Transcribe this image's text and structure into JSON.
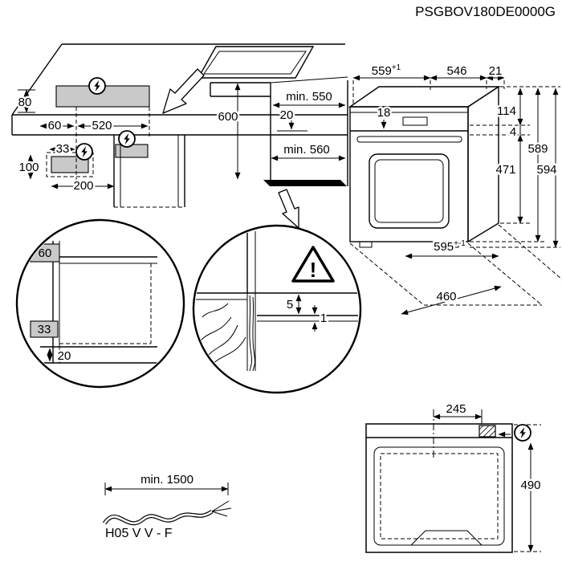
{
  "doc_id": "PSGBOV180DE0000G",
  "icons": {
    "warning": "!"
  },
  "main_view": {
    "d80": "80",
    "d60": "60",
    "d520": "520",
    "d33": "33",
    "d100": "100",
    "d200": "200"
  },
  "niche": {
    "min550": "min. 550",
    "d600": "600",
    "d20": "20",
    "min560": "min. 560"
  },
  "oven": {
    "d559": "559",
    "d559_tol": "+1",
    "d546": "546",
    "d21": "21",
    "d18": "18",
    "d114": "114",
    "d4": "4",
    "d471": "471",
    "d589": "589",
    "d594": "594",
    "d595": "595",
    "d595_tol": "+-1",
    "d460": "460"
  },
  "cabinet_detail": {
    "d60": "60",
    "d33": "33",
    "d20": "20"
  },
  "gap_detail": {
    "d5": "5",
    "d1": "1"
  },
  "cable": {
    "min1500": "min. 1500",
    "type": "H05 V V - F"
  },
  "rear_view": {
    "d245": "245",
    "d490": "490"
  }
}
